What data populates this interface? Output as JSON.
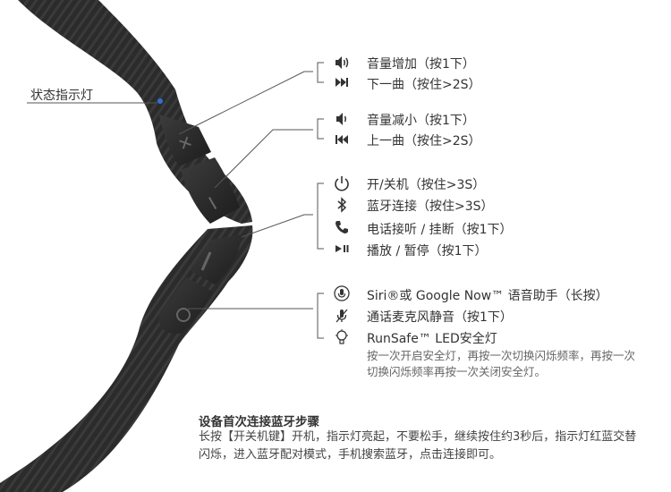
{
  "status_label": "状态指示灯",
  "groups": [
    {
      "items": [
        {
          "icon": "volume-up-icon",
          "text": "音量增加（按1下）"
        },
        {
          "icon": "next-track-icon",
          "text": "下一曲（按住>2S）"
        }
      ]
    },
    {
      "items": [
        {
          "icon": "volume-down-icon",
          "text": "音量减小（按1下）"
        },
        {
          "icon": "prev-track-icon",
          "text": "上一曲（按住>2S）"
        }
      ]
    },
    {
      "items": [
        {
          "icon": "power-icon",
          "text": "开/关机（按住>3S）"
        },
        {
          "icon": "bluetooth-icon",
          "text": "蓝牙连接（按住>3S）"
        },
        {
          "icon": "phone-icon",
          "text": "电话接听 / 挂断（按1下）"
        },
        {
          "icon": "play-pause-icon",
          "text": "播放 / 暂停（按1下）"
        }
      ]
    },
    {
      "items": [
        {
          "icon": "voice-assistant-icon",
          "text": "Siri®或 Google Now™ 语音助手（长按）"
        },
        {
          "icon": "mic-mute-icon",
          "text": "通话麦克风静音（按1下）"
        },
        {
          "icon": "light-bulb-icon",
          "text": "RunSafe™ LED安全灯",
          "sub": "按一次开启安全灯，再按一次切换闪烁频率，再按一次切换闪烁频率再按一次关闭安全灯。"
        }
      ]
    }
  ],
  "pairing": {
    "title": "设备首次连接蓝牙步骤",
    "body": "长按【开关机键】开机，指示灯亮起，不要松手，继续按住约3秒后，指示灯红蓝交替闪烁，进入蓝牙配对模式，手机搜索蓝牙，点击连接即可。"
  },
  "colors": {
    "status_led": "#2f6fd8",
    "line": "#555555",
    "headset": "#2a2a2a"
  }
}
